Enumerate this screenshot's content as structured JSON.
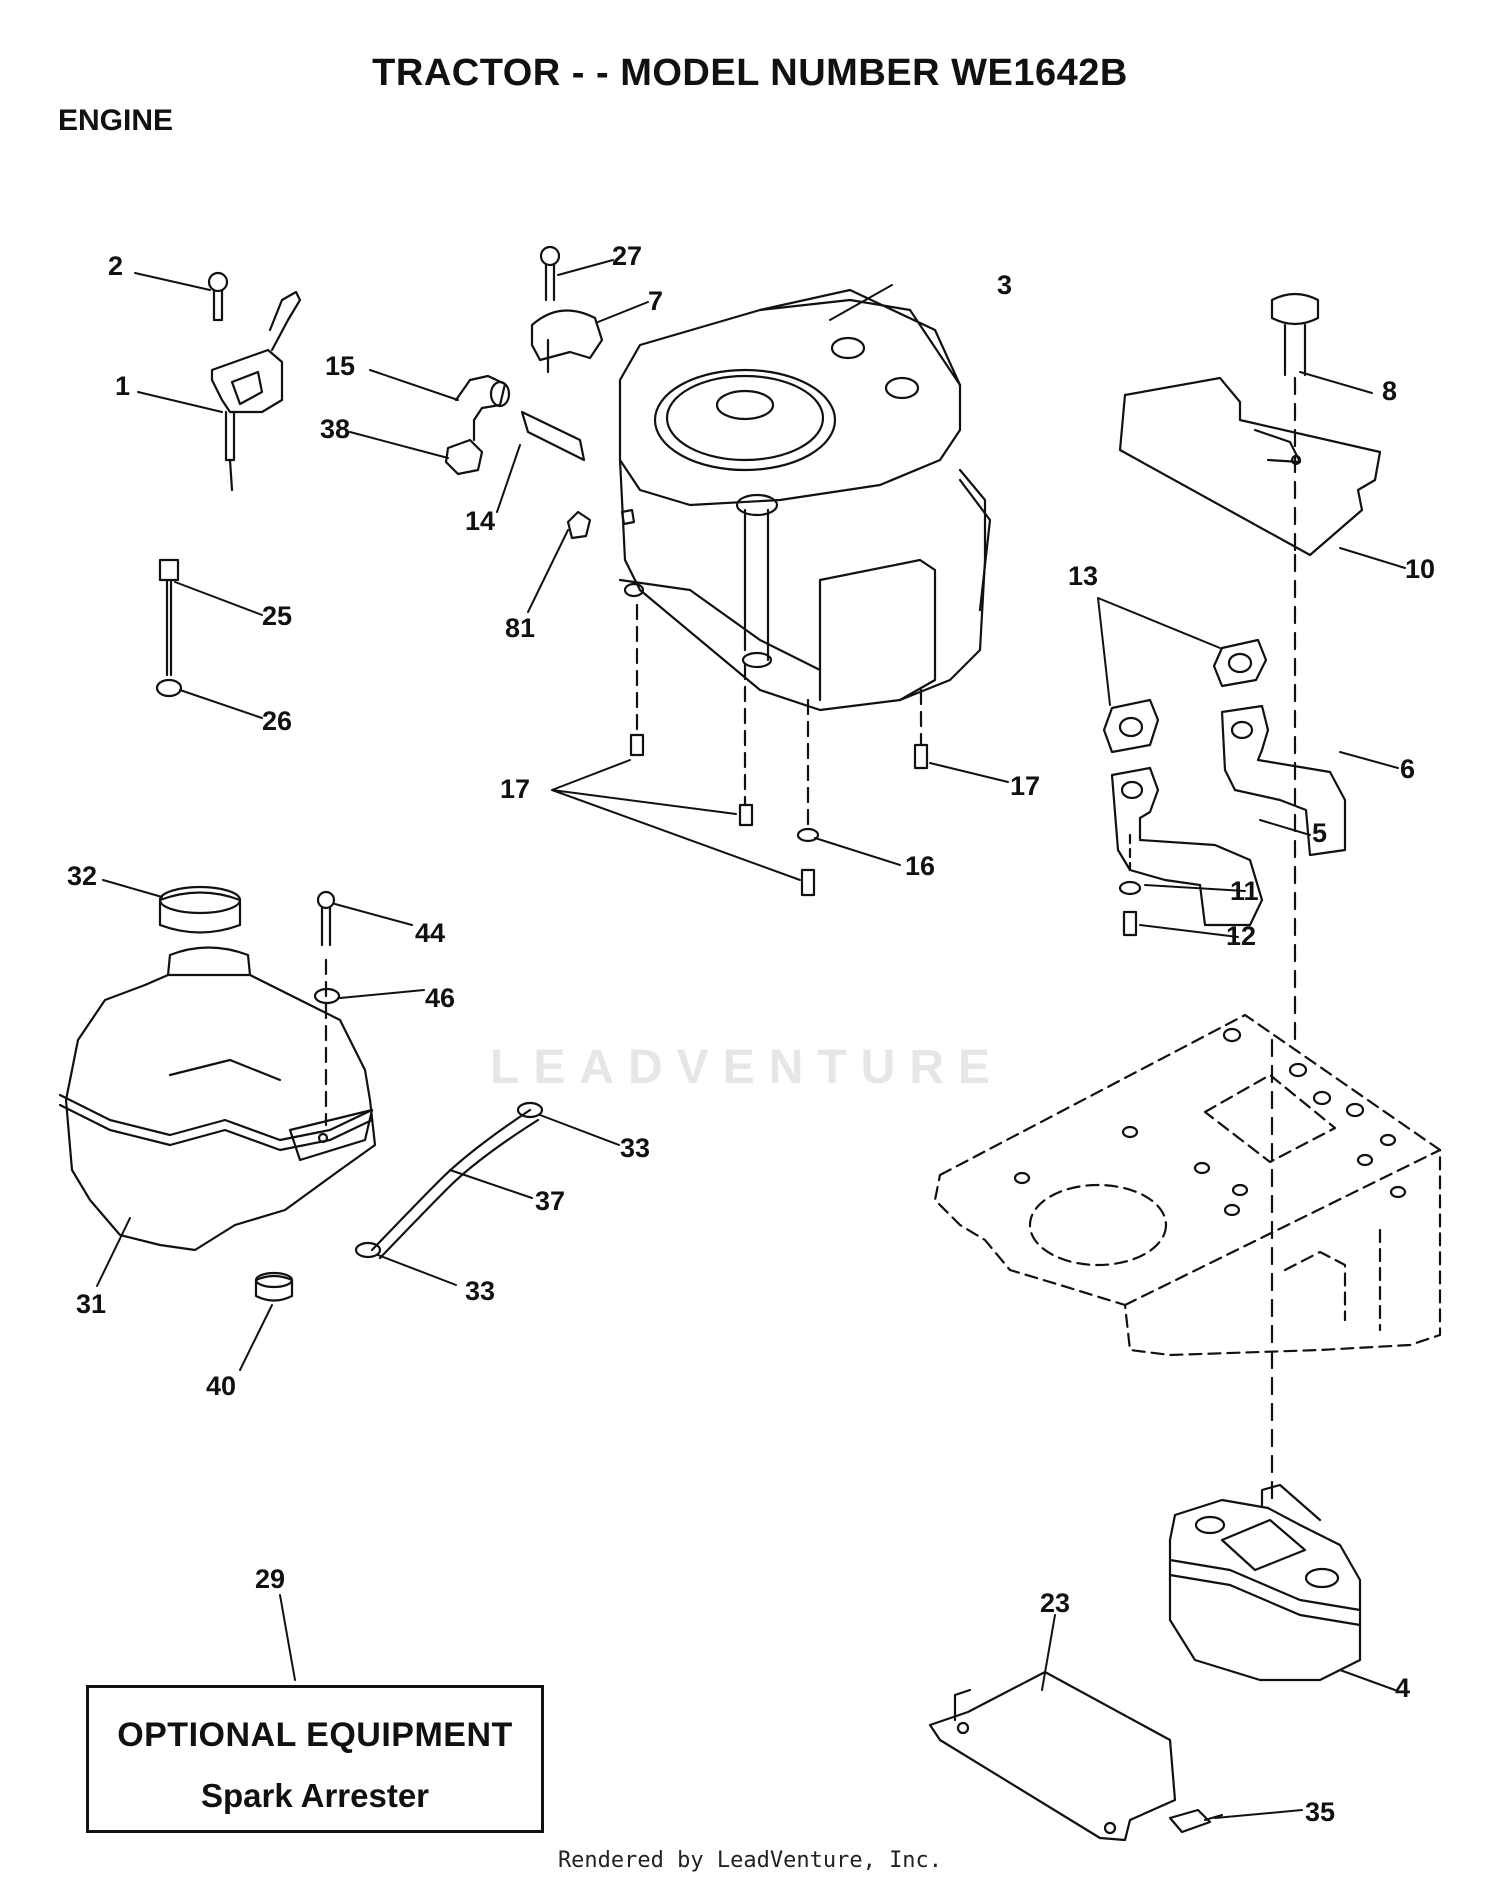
{
  "header": {
    "title": "TRACTOR - - MODEL NUMBER WE1642B",
    "section": "ENGINE"
  },
  "callouts": [
    {
      "id": "c1",
      "label": "1"
    },
    {
      "id": "c2",
      "label": "2"
    },
    {
      "id": "c3",
      "label": "3"
    },
    {
      "id": "c4",
      "label": "4"
    },
    {
      "id": "c5",
      "label": "5"
    },
    {
      "id": "c6",
      "label": "6"
    },
    {
      "id": "c7",
      "label": "7"
    },
    {
      "id": "c8",
      "label": "8"
    },
    {
      "id": "c10",
      "label": "10"
    },
    {
      "id": "c11",
      "label": "11"
    },
    {
      "id": "c12",
      "label": "12"
    },
    {
      "id": "c13",
      "label": "13"
    },
    {
      "id": "c14",
      "label": "14"
    },
    {
      "id": "c15",
      "label": "15"
    },
    {
      "id": "c16",
      "label": "16"
    },
    {
      "id": "c17a",
      "label": "17"
    },
    {
      "id": "c17b",
      "label": "17"
    },
    {
      "id": "c23",
      "label": "23"
    },
    {
      "id": "c25",
      "label": "25"
    },
    {
      "id": "c26",
      "label": "26"
    },
    {
      "id": "c27",
      "label": "27"
    },
    {
      "id": "c29",
      "label": "29"
    },
    {
      "id": "c31",
      "label": "31"
    },
    {
      "id": "c32",
      "label": "32"
    },
    {
      "id": "c33a",
      "label": "33"
    },
    {
      "id": "c33b",
      "label": "33"
    },
    {
      "id": "c35",
      "label": "35"
    },
    {
      "id": "c37",
      "label": "37"
    },
    {
      "id": "c38",
      "label": "38"
    },
    {
      "id": "c40",
      "label": "40"
    },
    {
      "id": "c44",
      "label": "44"
    },
    {
      "id": "c46",
      "label": "46"
    },
    {
      "id": "c81",
      "label": "81"
    }
  ],
  "optional_box": {
    "line1": "OPTIONAL EQUIPMENT",
    "line2": "Spark Arrester"
  },
  "watermark": "LEADVENTURE",
  "footer": "Rendered by LeadVenture, Inc."
}
